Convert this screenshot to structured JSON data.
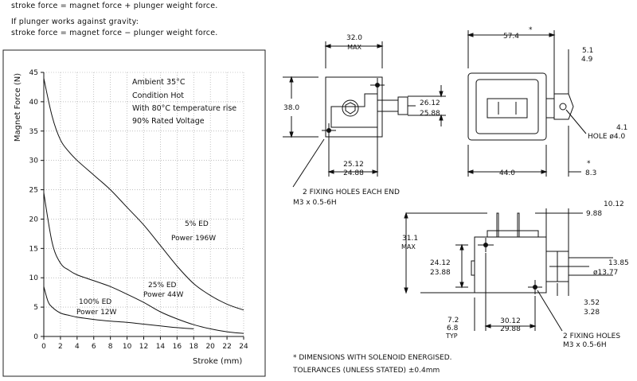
{
  "notes": {
    "line1": "stroke force = magnet force + plunger weight force.",
    "line2": "If plunger works against gravity:",
    "line3": "stroke force = magnet force − plunger weight force."
  },
  "chart_data": {
    "type": "line",
    "ylabel": "Magnet Force (N)",
    "xlabel": "Stroke (mm)",
    "xlim": [
      0,
      24
    ],
    "ylim": [
      0,
      45
    ],
    "xticks": [
      "0",
      "2",
      "4",
      "6",
      "8",
      "10",
      "12",
      "14",
      "16",
      "18",
      "20",
      "22",
      "24"
    ],
    "yticks": [
      "0",
      "5",
      "10",
      "15",
      "20",
      "25",
      "30",
      "35",
      "40",
      "45"
    ],
    "annotation": [
      "Ambient 35°C",
      "Condition Hot",
      "With 80°C temperature rise",
      "90% Rated Voltage"
    ],
    "series": [
      {
        "name": "5% ED",
        "subtitle": "Power 196W",
        "x": [
          0,
          1,
          2,
          3,
          4,
          6,
          8,
          10,
          12,
          14,
          16,
          18,
          20,
          22,
          24
        ],
        "y": [
          44,
          37.5,
          33.5,
          31.5,
          30,
          27.5,
          25,
          22,
          19,
          15.5,
          12,
          9,
          7,
          5.5,
          4.5
        ]
      },
      {
        "name": "25% ED",
        "subtitle": "Power 44W",
        "x": [
          0,
          1,
          2,
          3,
          4,
          6,
          8,
          10,
          12,
          14,
          16,
          18,
          20,
          22,
          24
        ],
        "y": [
          24.5,
          16,
          12.5,
          11.3,
          10.5,
          9.5,
          8.5,
          7.2,
          5.8,
          4.2,
          3,
          2,
          1.3,
          0.8,
          0.5
        ]
      },
      {
        "name": "100% ED",
        "subtitle": "Power 12W",
        "x": [
          0,
          0.5,
          1,
          2,
          3,
          4,
          6,
          8,
          10,
          12,
          14,
          16,
          18
        ],
        "y": [
          8.5,
          6,
          5,
          4,
          3.6,
          3.3,
          2.9,
          2.6,
          2.4,
          2.1,
          1.8,
          1.5,
          1.3
        ]
      }
    ]
  },
  "drawing": {
    "front_view": {
      "width_top": "32.0",
      "width_top_sub": "MAX",
      "height_left": "38.0",
      "plunger_upper": "26.12",
      "plunger_lower": "25.88",
      "hole_spacing_upper": "25.12",
      "hole_spacing_lower": "24.88",
      "fixing_note_1": "2 FIXING HOLES EACH END",
      "fixing_note_2": "M3 x 0.5-6H"
    },
    "side_view": {
      "overall_length": "57.4",
      "star": "*",
      "pin_upper": "5.1",
      "pin_lower": "4.9",
      "hole_upper": "4.1",
      "hole_label": "HOLE ø4.0",
      "body_width": "44.0",
      "end_offset": "8.3"
    },
    "top_view": {
      "right_upper": "10.12",
      "right_lower": "9.88",
      "height_max": "31.1",
      "height_sub": "MAX",
      "center_upper": "24.12",
      "center_lower": "23.88",
      "dia_upper": "13.85",
      "dia_lower": "ø13.77",
      "offset_upper": "3.52",
      "offset_lower": "3.28",
      "bottom_upper": "7.2",
      "bottom_lower": "6.8",
      "bottom_sub": "TYP",
      "span_upper": "30.12",
      "span_lower": "29.88",
      "fix_note_1": "2 FIXING HOLES",
      "fix_note_2": "M3 x 0.5-6H"
    },
    "footnote_1": "* DIMENSIONS WITH SOLENOID ENERGISED.",
    "footnote_2": "TOLERANCES (UNLESS STATED) ±0.4mm"
  }
}
